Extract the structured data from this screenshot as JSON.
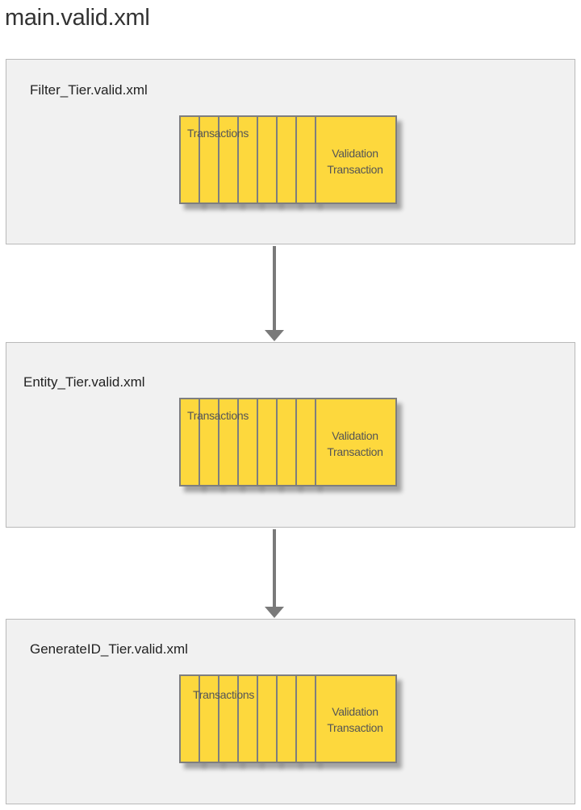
{
  "title": "main.valid.xml",
  "tiers": [
    {
      "label": "Filter_Tier.valid.xml",
      "transactions_label": "Transactions",
      "validation_line1": "Validation",
      "validation_line2": "Transaction"
    },
    {
      "label": "Entity_Tier.valid.xml",
      "transactions_label": "Transactions",
      "validation_line1": "Validation",
      "validation_line2": "Transaction"
    },
    {
      "label": "GenerateID_Tier.valid.xml",
      "transactions_label": "Transactions",
      "validation_line1": "Validation",
      "validation_line2": "Transaction"
    }
  ],
  "colors": {
    "card_fill": "#fdd83d",
    "card_border": "#7e7e7e",
    "panel_fill": "#f1f1f1",
    "arrow": "#7a7a7a"
  }
}
